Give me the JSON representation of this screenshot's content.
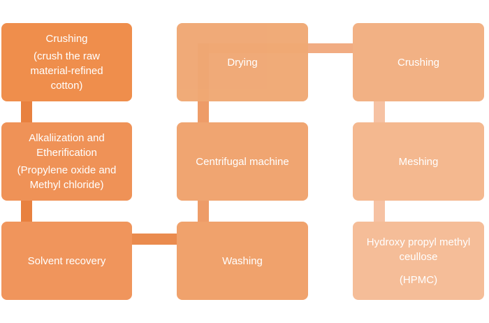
{
  "colors": {
    "box_column1": "#ef8e4c",
    "box_column2": "#f0a874",
    "box_column3": "#f4b88f",
    "connector_dark": "#e8813f",
    "connector_mid": "#f0a47a",
    "connector_light": "#f5c7aa"
  },
  "diagram": {
    "steps": [
      {
        "id": "crushing-raw",
        "title": "Crushing",
        "sub": "(crush the raw material-refined cotton)"
      },
      {
        "id": "alkalization",
        "title": "Alkaliization and Etherification",
        "sub": "(Propylene oxide and Methyl chloride)"
      },
      {
        "id": "solvent-recovery",
        "title": "Solvent recovery",
        "sub": ""
      },
      {
        "id": "washing",
        "title": "Washing",
        "sub": ""
      },
      {
        "id": "centrifugal",
        "title": "Centrifugal machine",
        "sub": ""
      },
      {
        "id": "drying",
        "title": "Drying",
        "sub": ""
      },
      {
        "id": "crushing",
        "title": "Crushing",
        "sub": ""
      },
      {
        "id": "meshing",
        "title": "Meshing",
        "sub": ""
      },
      {
        "id": "hpmc",
        "title": "Hydroxy propyl methyl ceullose",
        "sub": "(HPMC)"
      }
    ]
  }
}
